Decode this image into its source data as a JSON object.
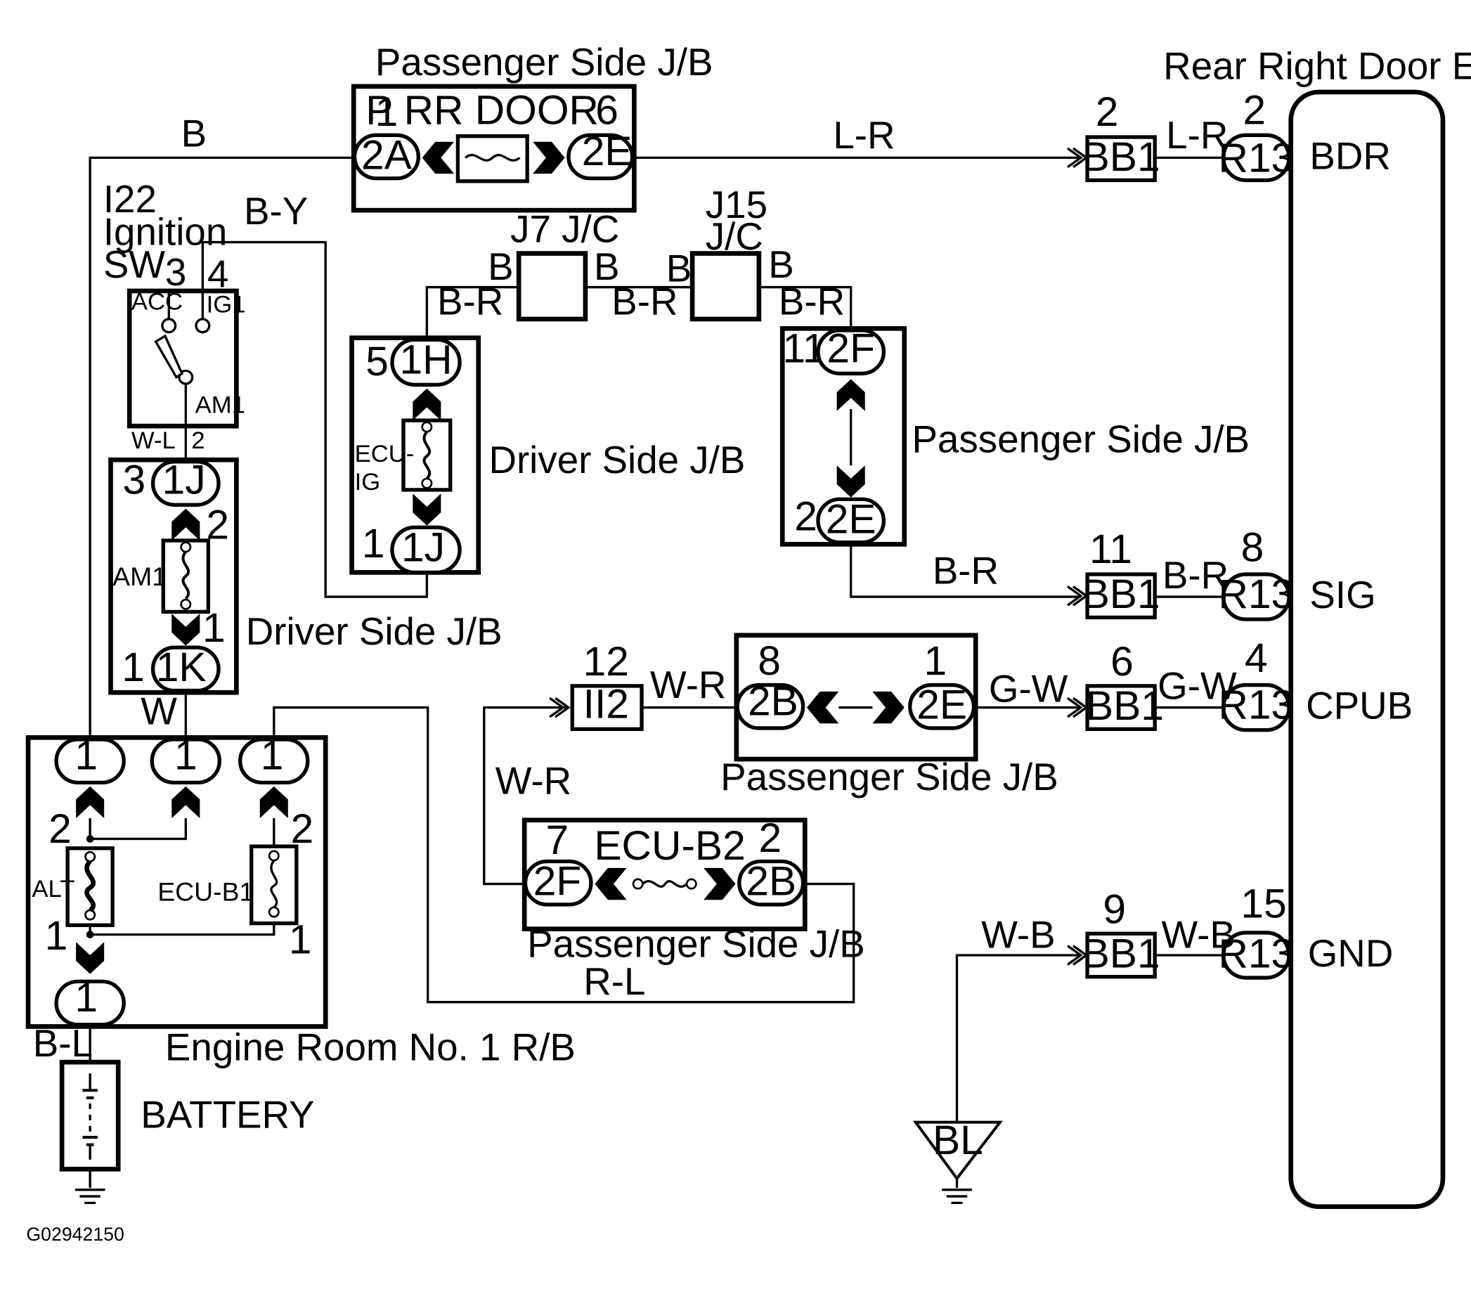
{
  "diagram": {
    "ecu": {
      "title": "Rear Right Door ECU",
      "terminals": [
        "BDR",
        "SIG",
        "CPUB",
        "GND"
      ],
      "connector": "R13",
      "pins": [
        "2",
        "8",
        "4",
        "15"
      ]
    },
    "bb1": {
      "label": "BB1",
      "pins": [
        "2",
        "11",
        "6",
        "9"
      ]
    },
    "wires": {
      "bdr_left": "L-R",
      "bdr_right": "L-R",
      "sig_left": "B-R",
      "sig_right": "B-R",
      "cpub_left": "G-W",
      "cpub_right": "G-W",
      "gnd_left": "W-B",
      "gnd_right": "W-B",
      "top_feed": "B",
      "ign_out": "B-Y",
      "am1_link": "W-L",
      "am1_feed": "W",
      "ii2_link": "W-R",
      "ii2_feed": "W-R",
      "bottom_loop": "R-L",
      "battery_link": "B-L",
      "jc_b1": "B",
      "jc_b2": "B",
      "jc_b3": "B",
      "jc_b4": "B",
      "jc_br1": "B-R",
      "jc_br2": "B-R",
      "jc_br3": "B-R"
    },
    "pj_top": {
      "title": "Passenger Side J/B",
      "fuse": "P RR DOOR",
      "pin_left": "1",
      "pin_right": "6",
      "conn_left": "2A",
      "conn_right": "2E"
    },
    "ign_sw": {
      "code": "I22",
      "name_line1": "Ignition",
      "name_line2": "SW",
      "pin_acc": "3",
      "pin_ig1": "4",
      "acc": "ACC",
      "ig1": "IG1",
      "am1": "AM1",
      "pin_bottom": "2"
    },
    "j7": {
      "label": "J7 J/C"
    },
    "j15": {
      "line1": "J15",
      "line2": "J/C"
    },
    "dj_ecu_ig": {
      "title": "Driver Side J/B",
      "fuse_line1": "ECU-",
      "fuse_line2": "IG",
      "pin_top": "5",
      "conn_top": "1H",
      "pin_bottom": "1",
      "conn_bottom": "1J"
    },
    "pj_mid": {
      "title": "Passenger Side J/B",
      "pin_top": "11",
      "conn_top": "2F",
      "pin_bottom": "2",
      "conn_bottom": "2E"
    },
    "dj_am1": {
      "title": "Driver Side J/B",
      "fuse": "AM1",
      "pin_top": "3",
      "conn_top": "1J",
      "pin_fuse_top": "2",
      "pin_fuse_bottom": "1",
      "pin_bottom": "1",
      "conn_bottom": "1K"
    },
    "ii2": {
      "pin": "12",
      "label": "II2"
    },
    "pj_cpub": {
      "title": "Passenger Side J/B",
      "pin_left": "8",
      "conn_left": "2B",
      "pin_right": "1",
      "conn_right": "2E"
    },
    "pj_ecub2": {
      "title": "Passenger Side J/B",
      "fuse": "ECU-B2",
      "pin_left": "7",
      "conn_left": "2F",
      "pin_right": "2",
      "conn_right": "2B"
    },
    "engine_rb": {
      "title": "Engine Room No. 1 R/B",
      "conn_top": [
        "1",
        "1",
        "1"
      ],
      "conn_bottom": "1",
      "alt": "ALT",
      "ecub1": "ECU-B1",
      "pin_alt_top": "2",
      "pin_alt_bottom": "1",
      "pin_ecub1_top": "2",
      "pin_ecub1_bottom": "1"
    },
    "battery": "BATTERY",
    "ground": "BL",
    "figure_id": "G02942150"
  }
}
